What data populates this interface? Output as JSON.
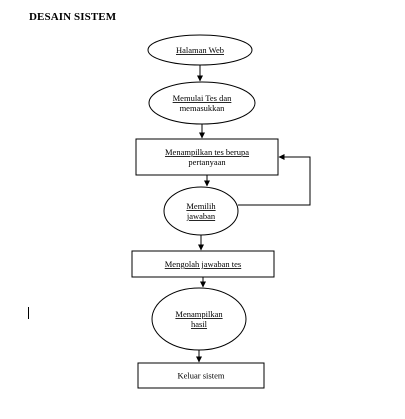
{
  "page": {
    "title": "DESAIN SISTEM"
  },
  "diagram": {
    "nodes": [
      {
        "id": "halaman-web",
        "shape": "ellipse",
        "lines": [
          "Halaman Web"
        ],
        "misspelled": [
          true
        ]
      },
      {
        "id": "memulai-tes",
        "shape": "ellipse",
        "lines": [
          "Memulai Tes dan",
          "memasukkan"
        ],
        "misspelled": [
          true,
          false
        ]
      },
      {
        "id": "menampilkan-tes",
        "shape": "rect",
        "lines": [
          "Menampilkan tes berupa",
          "pertanyaan"
        ],
        "misspelled": [
          true,
          false
        ]
      },
      {
        "id": "memilih-jawaban",
        "shape": "ellipse",
        "lines": [
          "Memilih",
          "jawaban"
        ],
        "misspelled": [
          true,
          true
        ]
      },
      {
        "id": "mengolah-jawaban",
        "shape": "rect",
        "lines": [
          "Mengolah jawaban tes"
        ],
        "misspelled": [
          true
        ]
      },
      {
        "id": "menampilkan-hasil",
        "shape": "ellipse",
        "lines": [
          "Menampilkan",
          "hasil"
        ],
        "misspelled": [
          true,
          true
        ]
      },
      {
        "id": "keluar-sistem",
        "shape": "rect",
        "lines": [
          "Keluar sistem"
        ],
        "misspelled": [
          false
        ]
      }
    ],
    "edges": [
      {
        "from": "halaman-web",
        "to": "memulai-tes"
      },
      {
        "from": "memulai-tes",
        "to": "menampilkan-tes"
      },
      {
        "from": "menampilkan-tes",
        "to": "memilih-jawaban"
      },
      {
        "from": "memilih-jawaban",
        "to": "menampilkan-tes",
        "kind": "loop-right"
      },
      {
        "from": "memilih-jawaban",
        "to": "mengolah-jawaban"
      },
      {
        "from": "mengolah-jawaban",
        "to": "menampilkan-hasil"
      },
      {
        "from": "menampilkan-hasil",
        "to": "keluar-sistem"
      }
    ]
  }
}
